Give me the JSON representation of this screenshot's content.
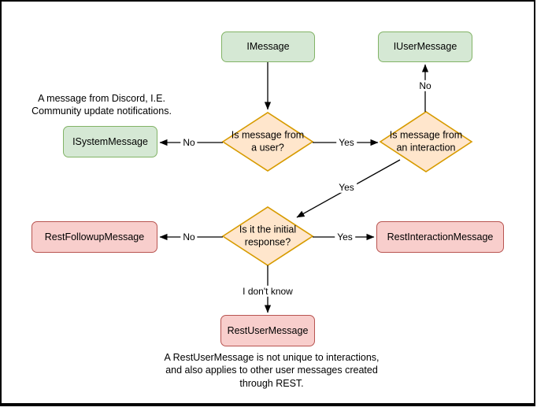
{
  "diagram": {
    "title_hint": "Message type decision flowchart",
    "nodes": {
      "imessage": {
        "label": "IMessage",
        "kind": "interface"
      },
      "iusermessage": {
        "label": "IUserMessage",
        "kind": "interface"
      },
      "isystemmessage": {
        "label": "ISystemMessage",
        "kind": "interface"
      },
      "restfollowupmessage": {
        "label": "RestFollowupMessage",
        "kind": "rest"
      },
      "restinteractionmessage": {
        "label": "RestInteractionMessage",
        "kind": "rest"
      },
      "restusermessage": {
        "label": "RestUserMessage",
        "kind": "rest"
      }
    },
    "decisions": {
      "is_from_user": {
        "label": "Is message from\na user?"
      },
      "is_from_interaction": {
        "label": "Is message from\nan interaction"
      },
      "is_initial_response": {
        "label": "Is it the initial\nresponse?"
      }
    },
    "edge_labels": {
      "from_user_no": "No",
      "from_user_yes": "Yes",
      "from_interaction_no": "No",
      "from_interaction_yes": "Yes",
      "initial_response_no": "No",
      "initial_response_yes": "Yes",
      "initial_response_unknown": "I don't know"
    },
    "notes": {
      "system_message_note": "A message from Discord, I.E.\nCommunity update notifications.",
      "rest_user_message_note": "A RestUserMessage is not unique to interactions,\nand also applies to other user messages created\nthrough REST."
    },
    "colors": {
      "interface_fill": "#d5e8d4",
      "interface_border": "#82b366",
      "decision_fill": "#ffe6cc",
      "decision_border": "#d79b00",
      "rest_fill": "#f8cecc",
      "rest_border": "#b85450",
      "arrow": "#000000",
      "background": "#ffffff"
    }
  }
}
